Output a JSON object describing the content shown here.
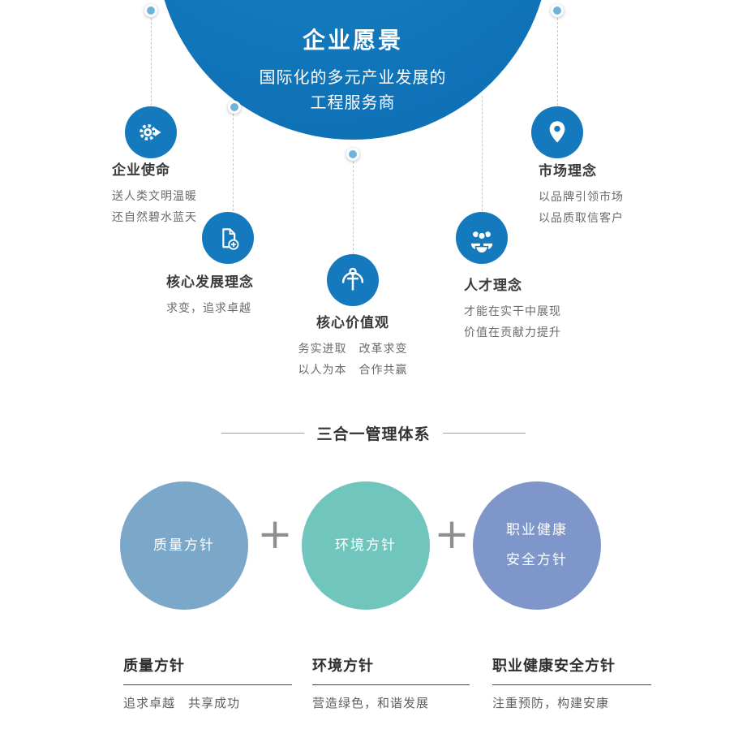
{
  "vision": {
    "title": "企业愿景",
    "subtitle_lines": [
      "国际化的多元产业发展的",
      "工程服务商"
    ]
  },
  "values": [
    {
      "title": "企业使命",
      "icon": "gear-arrow-icon",
      "lines": [
        "送人类文明温暖",
        "还自然碧水蓝天"
      ]
    },
    {
      "title": "核心发展理念",
      "icon": "document-plus-icon",
      "lines": [
        "求变，追求卓越"
      ]
    },
    {
      "title": "核心价值观",
      "icon": "anchor-icon",
      "lines": [
        "务实进取　改革求变",
        "以人为本　合作共赢"
      ]
    },
    {
      "title": "人才理念",
      "icon": "people-icon",
      "lines": [
        "才能在实干中展现",
        "价值在贡献力提升"
      ]
    },
    {
      "title": "市场理念",
      "icon": "location-pin-icon",
      "lines": [
        "以品牌引领市场",
        "以品质取信客户"
      ]
    }
  ],
  "management": {
    "heading": "三合一管理体系",
    "plus_sign": "+",
    "circles": [
      {
        "lines": [
          "质量方针"
        ],
        "color": "#7ba7c9"
      },
      {
        "lines": [
          "环境方针"
        ],
        "color": "#70c6bd"
      },
      {
        "lines": [
          "职业健康",
          "安全方针"
        ],
        "color": "#7e96c9"
      }
    ],
    "policies": [
      {
        "title": "质量方针",
        "desc": "追求卓越　共享成功"
      },
      {
        "title": "环境方针",
        "desc": "营造绿色，和谐发展"
      },
      {
        "title": "职业健康安全方针",
        "desc": "注重预防，构建安康"
      }
    ]
  },
  "colors": {
    "primary_blue": "#1579be",
    "connector_dot": "#6fb3dd",
    "quality_circle": "#7ba7c9",
    "environment_circle": "#70c6bd",
    "safety_circle": "#7e96c9"
  }
}
